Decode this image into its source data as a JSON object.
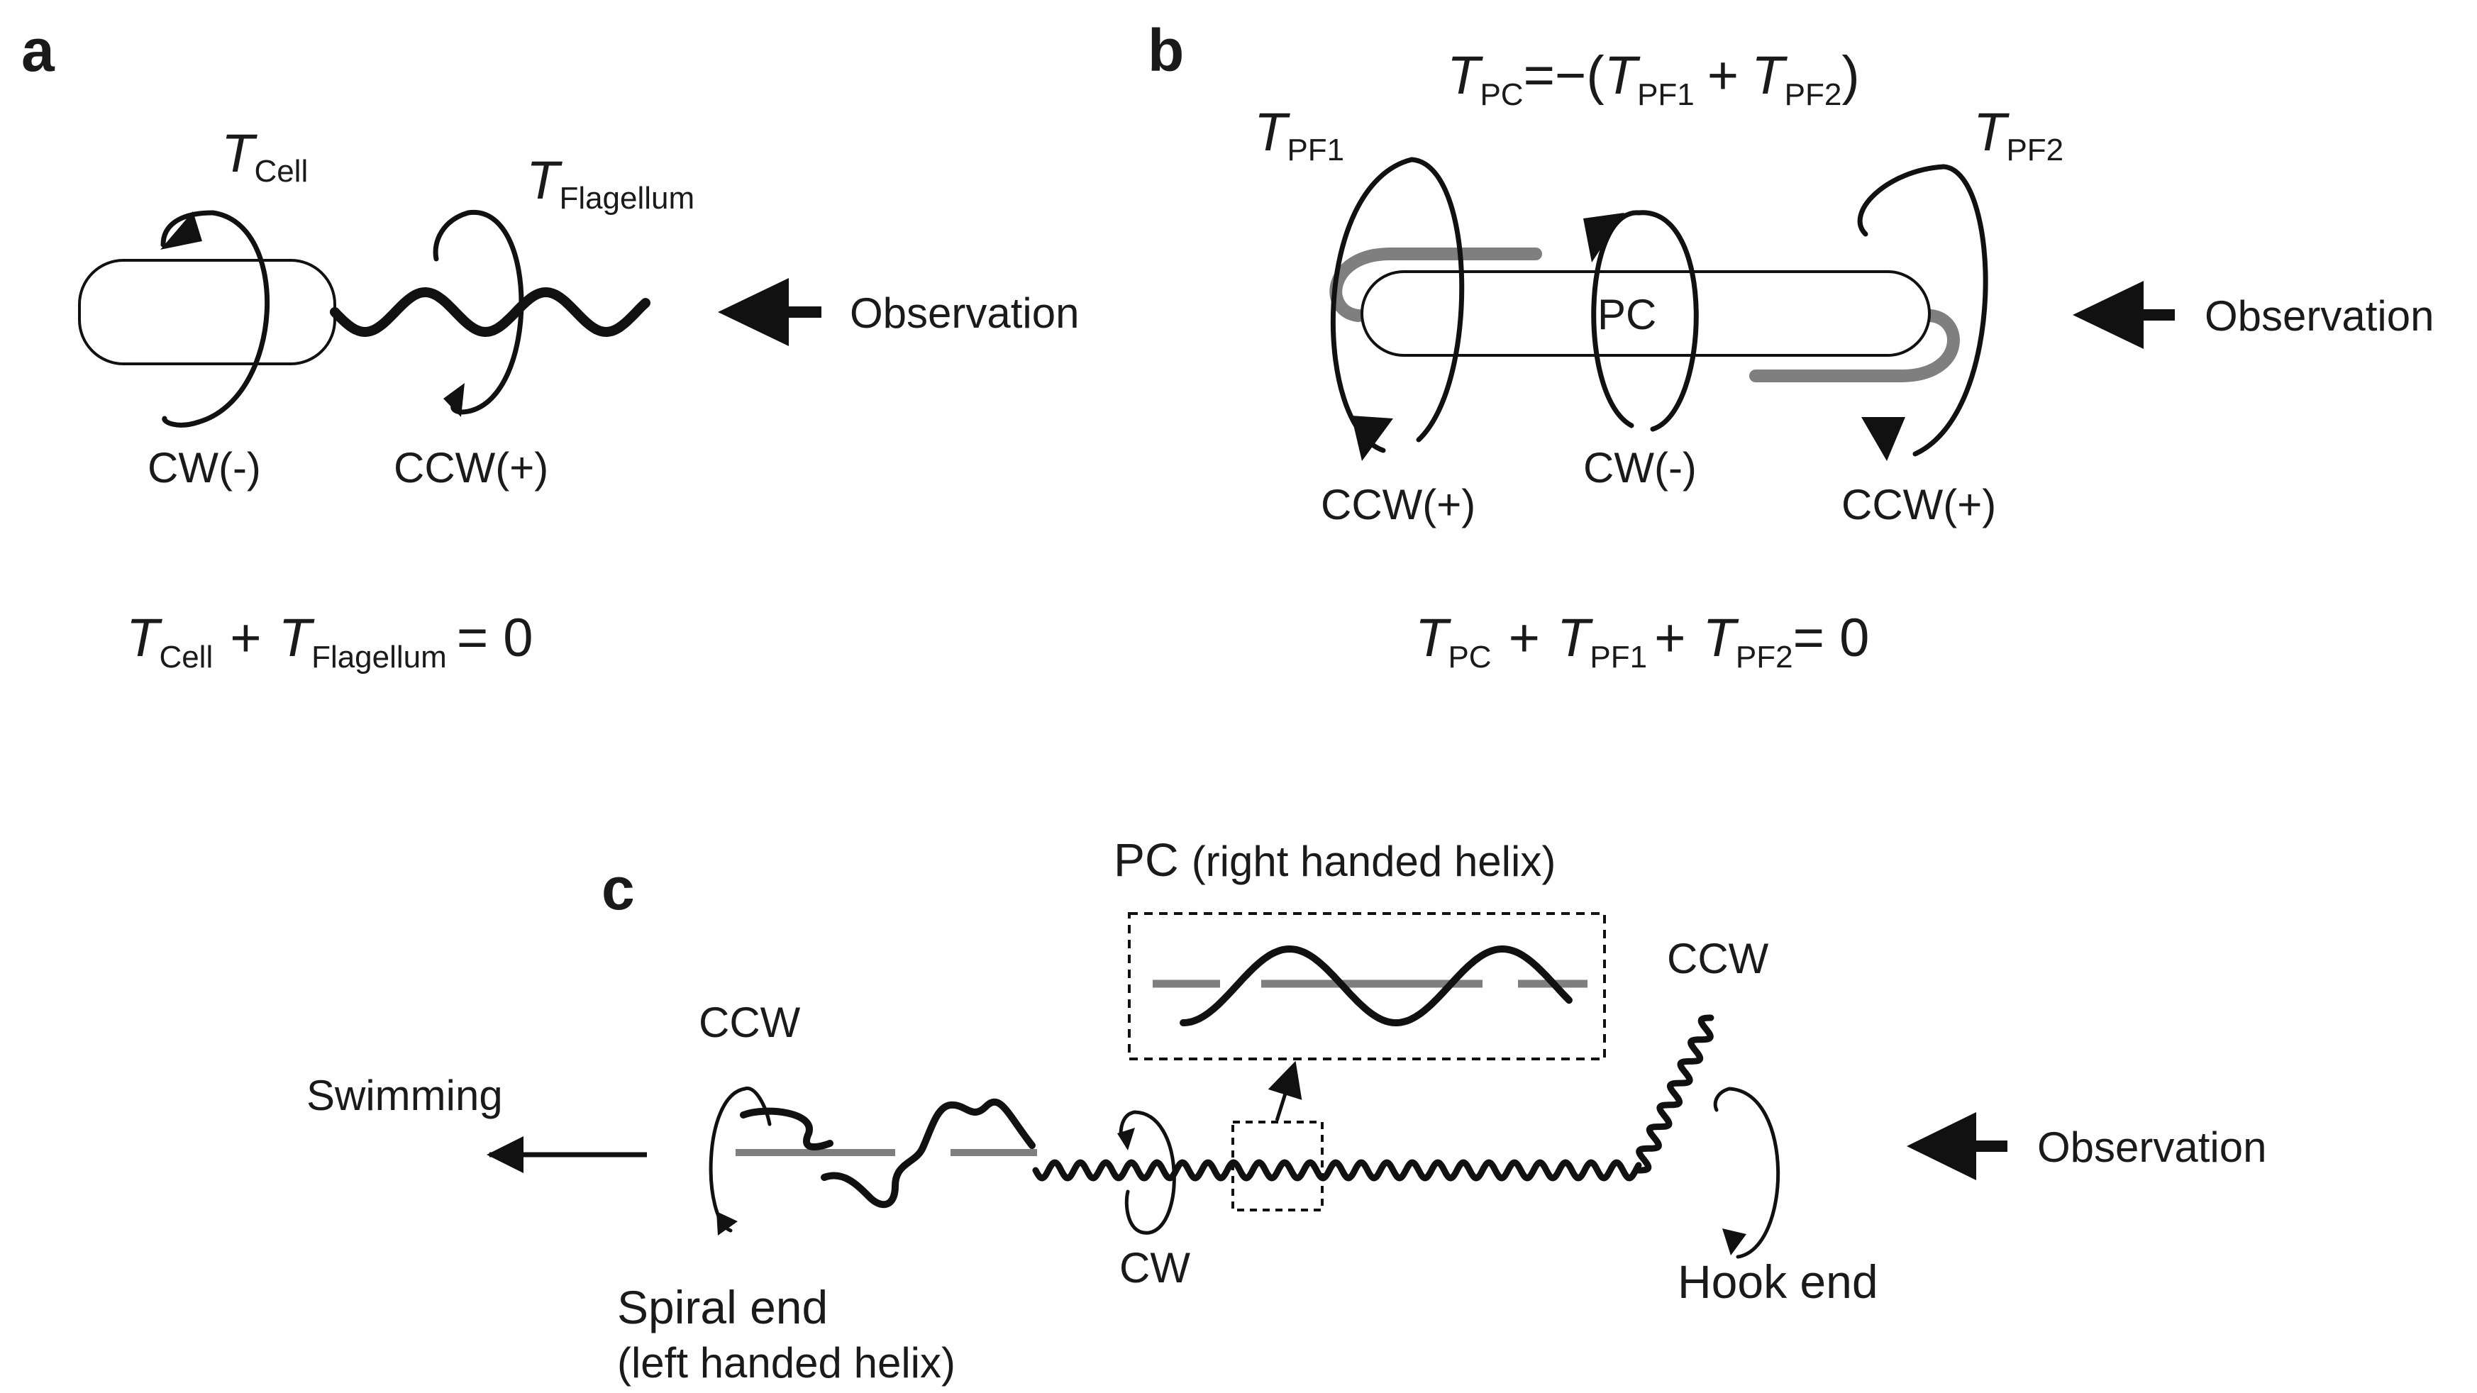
{
  "panels": {
    "a": {
      "letter": "a",
      "torque_cell": {
        "symbol": "T",
        "subscript": "Cell"
      },
      "torque_flagellum": {
        "symbol": "T",
        "subscript": "Flagellum"
      },
      "cw_label": "CW(-)",
      "ccw_label": "CCW(+)",
      "observation_label": "Observation",
      "equation": {
        "plus": "+",
        "equals": "= 0"
      }
    },
    "b": {
      "letter": "b",
      "top_equation": {
        "lhs_sub": "PC",
        "equals_minus": "=−(",
        "plus": "+",
        "close": ")"
      },
      "tpf1": {
        "symbol": "T",
        "subscript": "PF1"
      },
      "tpf2": {
        "symbol": "T",
        "subscript": "PF2"
      },
      "tpc": {
        "symbol": "T",
        "subscript": "PC"
      },
      "pc_label": "PC",
      "ccw_left": "CCW(+)",
      "cw_mid": "CW(-)",
      "ccw_right": "CCW(+)",
      "observation_label": "Observation",
      "equation": {
        "plus": "+",
        "equals": "= 0"
      }
    },
    "c": {
      "letter": "c",
      "pc_title_main": "PC",
      "pc_title_paren": "(right handed helix)",
      "ccw_left": "CCW",
      "ccw_right": "CCW",
      "cw_label": "CW",
      "swimming_label": "Swimming",
      "spiral_end": "Spiral end",
      "spiral_end_sub": "(left handed helix)",
      "hook_end": "Hook end",
      "observation_label": "Observation"
    }
  }
}
